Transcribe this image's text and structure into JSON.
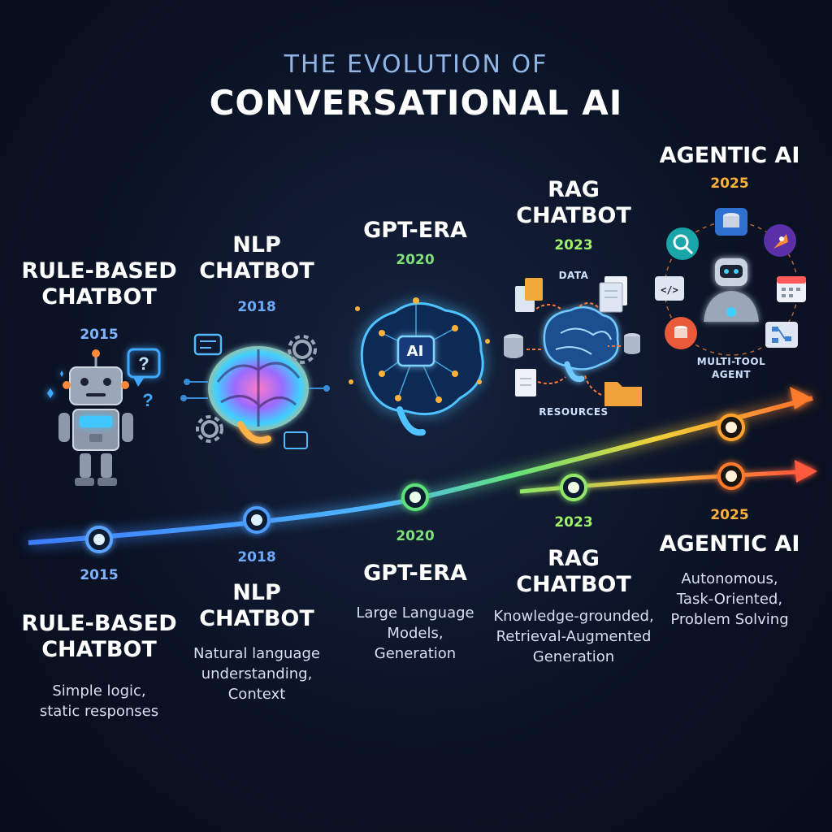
{
  "title": {
    "line1": "THE EVOLUTION OF",
    "line2": "CONVERSATIONAL AI"
  },
  "stages": [
    {
      "name_line1": "RULE-BASED",
      "name_line2": "CHATBOT",
      "year": "2015",
      "desc": [
        "Simple logic,",
        "static responses"
      ],
      "color": "#7fb3ff"
    },
    {
      "name_line1": "NLP",
      "name_line2": "CHATBOT",
      "year": "2018",
      "desc": [
        "Natural language",
        "understanding,",
        "Context"
      ],
      "color": "#6fa8ff"
    },
    {
      "name_line1": "GPT-ERA",
      "name_line2": "",
      "year": "2020",
      "desc": [
        "Large Language",
        "Models,",
        "Generation"
      ],
      "color": "#7ee07a"
    },
    {
      "name_line1": "RAG",
      "name_line2": "CHATBOT",
      "year": "2023",
      "desc": [
        "Knowledge-grounded,",
        "Retrieval-Augmented",
        "Generation"
      ],
      "color": "#9ff06a"
    },
    {
      "name_line1": "AGENTIC AI",
      "name_line2": "",
      "year": "2025",
      "desc": [
        "Autonomous,",
        "Task-Oriented,",
        "Problem Solving"
      ],
      "color": "#ffb13b"
    }
  ],
  "illustration_labels": {
    "gpt_badge": "AI",
    "rag_data": "DATA",
    "rag_resources": "RESOURCES",
    "agent_line1": "MULTI-TOOL",
    "agent_line2": "AGENT"
  },
  "colors": {
    "blue": "#4da3ff",
    "green": "#5fe07a",
    "orange": "#ff9a2e",
    "red": "#ff5a3c"
  }
}
